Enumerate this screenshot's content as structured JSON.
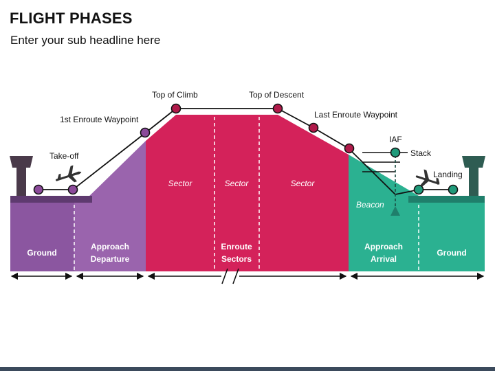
{
  "header": {
    "title": "FLIGHT PHASES",
    "subtitle": "Enter your sub headline here"
  },
  "waypoints": {
    "takeoff": "Take-off",
    "first_enroute": "1st Enroute Waypoint",
    "top_of_climb": "Top of Climb",
    "top_of_descent": "Top of Descent",
    "last_enroute": "Last Enroute Waypoint",
    "iaf": "IAF",
    "stack": "Stack",
    "landing": "Landing",
    "beacon": "Beacon"
  },
  "sectors": [
    "Sector",
    "Sector",
    "Sector"
  ],
  "zones": {
    "ground_left": "Ground",
    "approach_departure": [
      "Approach",
      "Departure"
    ],
    "enroute_sectors": [
      "Enroute",
      "Sectors"
    ],
    "approach_arrival": [
      "Approach",
      "Arrival"
    ],
    "ground_right": "Ground"
  },
  "colors": {
    "purple": "#8b56a0",
    "purple_dark": "#5e3a6f",
    "crimson": "#d4225a",
    "dot_crimson": "#b01a4a",
    "teal": "#2bb191",
    "teal_dark": "#1f7f6b",
    "tower": "#4a3a4a",
    "tower_right": "#2e5c52"
  }
}
